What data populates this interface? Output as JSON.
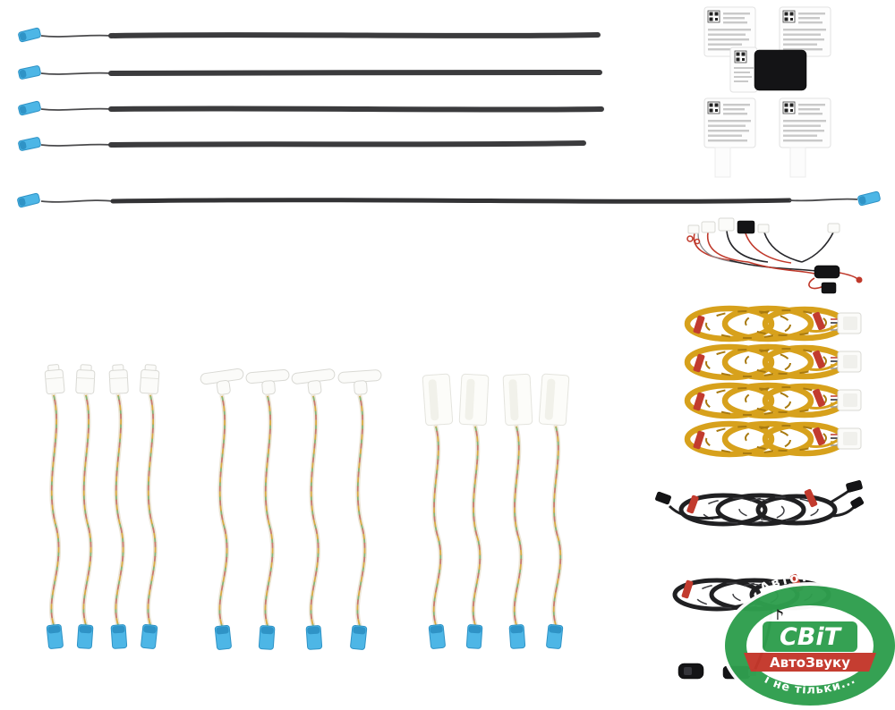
{
  "scene": {
    "description": "Car ambient LED lighting kit components laid out on a white background",
    "background_color": "#ffffff"
  },
  "watermark": {
    "top_text": "Автотовари",
    "brand_line1": "СВіТ",
    "brand_line2": "АвтоЗвуку",
    "bottom_text": "і не тільки...",
    "note_glyph": "♪",
    "ring_green": "#2f9e4e",
    "ribbon_red": "#c4372b",
    "text_color": "#ffffff"
  },
  "palette": {
    "led_strip_black": "#3b3b3d",
    "connector_blue": "#4db6e6",
    "coil_yellow": "#d7a11c",
    "coil_black": "#202022",
    "tape_red": "#c23b2e",
    "cable_sleeve_white": "#ece6d8",
    "sticker_white": "#fdfdfd",
    "control_box_black": "#141416"
  },
  "inventory": {
    "short_led_strips": 4,
    "long_led_strip": 1,
    "sticker_labels": 5,
    "control_box": 1,
    "power_harness": 1,
    "yellow_extension_coils": 4,
    "black_cable_coils": 2,
    "plug_connector_cables": 4,
    "clip_connector_cables": 4,
    "block_connector_cables": 4
  }
}
